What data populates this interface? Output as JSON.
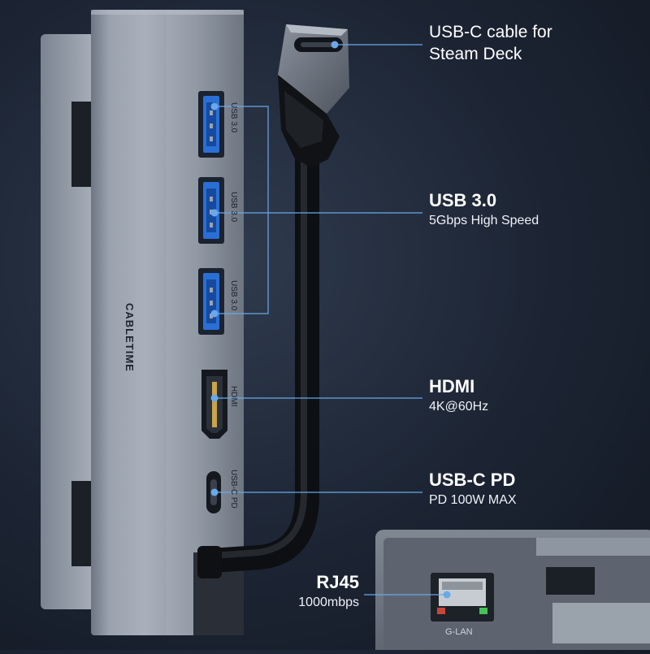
{
  "hub": {
    "brand": "CABLETIME",
    "ports": {
      "usb_a": [
        "USB 3.0",
        "USB 3.0",
        "USB 3.0"
      ],
      "hdmi": "HDMI",
      "usb_c_pd": "USB-C PD",
      "lan": "G-LAN"
    }
  },
  "callouts": {
    "cable": {
      "line1": "USB-C cable for",
      "line2": "Steam Deck"
    },
    "usb3": {
      "title": "USB 3.0",
      "subtitle": "5Gbps High Speed"
    },
    "hdmi": {
      "title": "HDMI",
      "subtitle": "4K@60Hz"
    },
    "usbc_pd": {
      "title": "USB-C PD",
      "subtitle": "PD 100W MAX"
    },
    "rj45": {
      "title": "RJ45",
      "subtitle": "1000mbps"
    }
  },
  "colors": {
    "accent_line": "#6aa8e8",
    "usb_port_blue": "#2a6fd6",
    "hub_body": "#8f97a3",
    "background": "#1c2433"
  }
}
